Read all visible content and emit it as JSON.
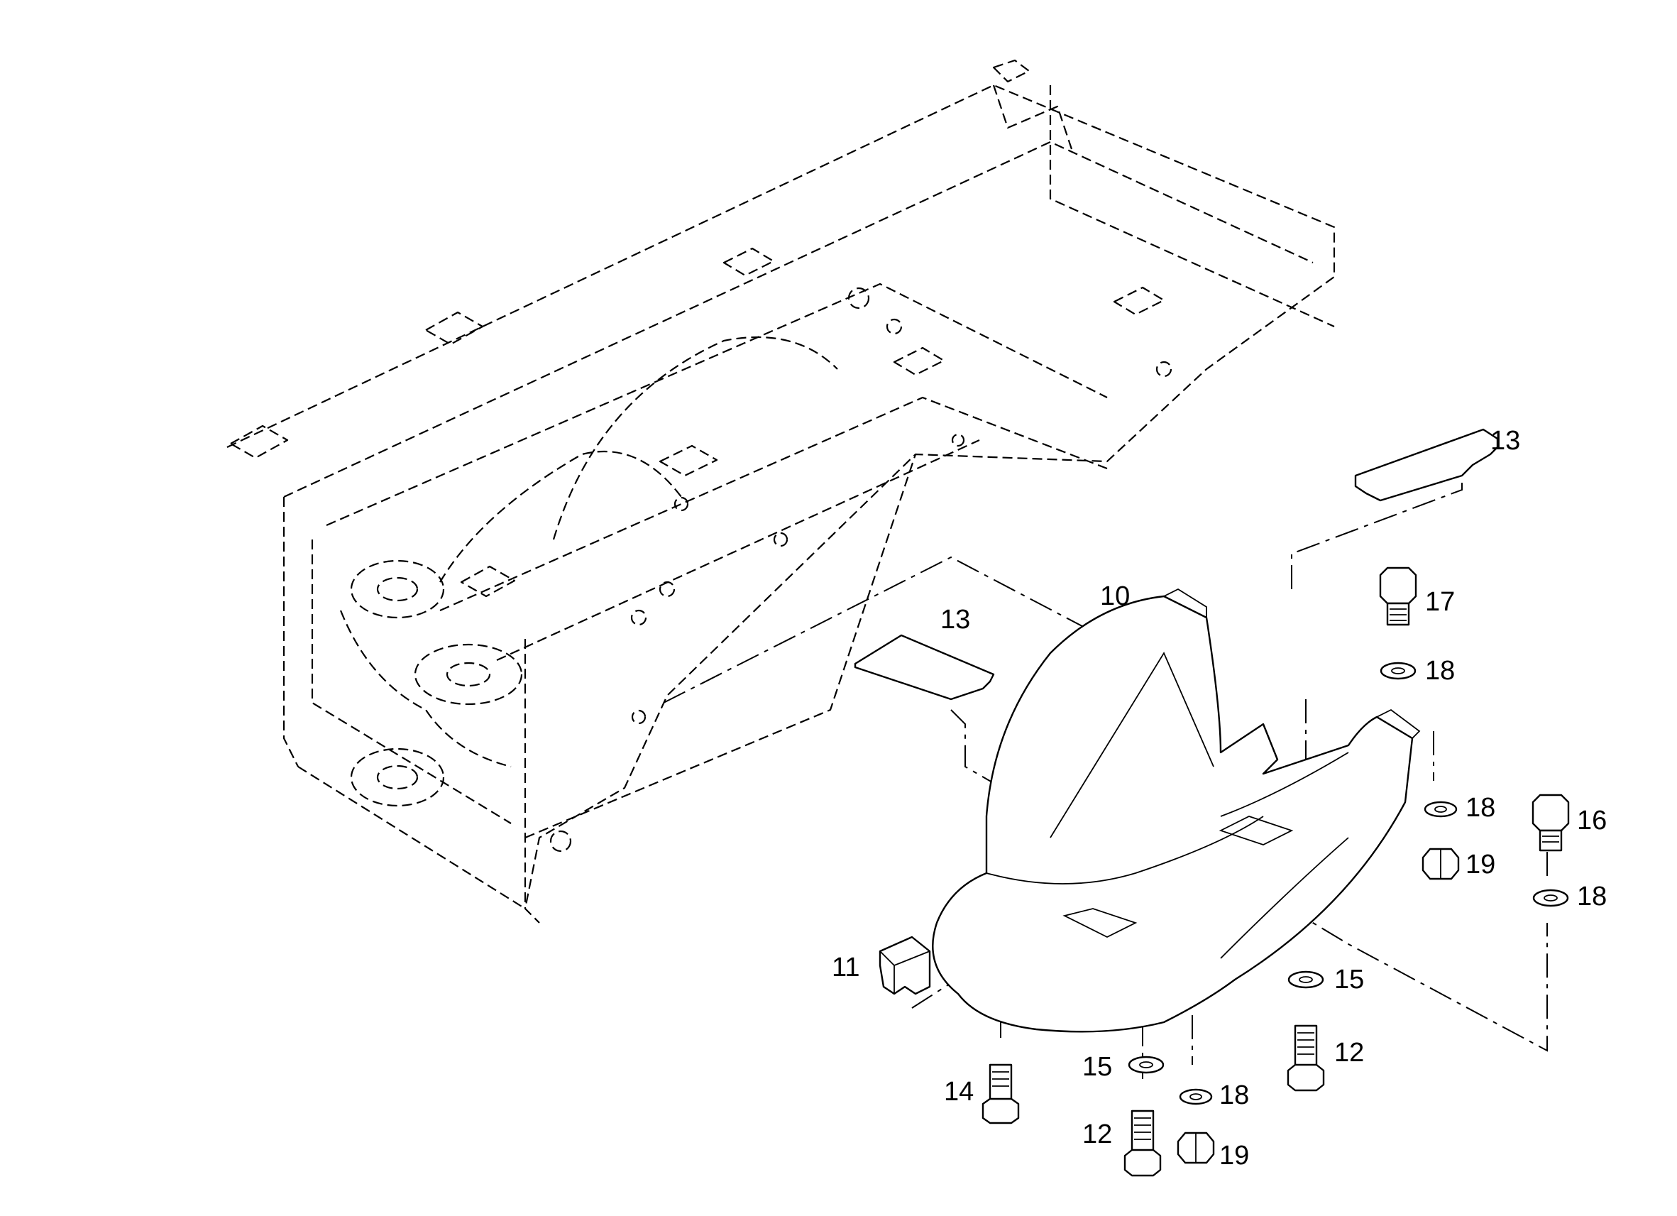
{
  "callouts": [
    {
      "id": "label-10",
      "text": "10"
    },
    {
      "id": "label-11",
      "text": "11"
    },
    {
      "id": "label-12-a",
      "text": "12"
    },
    {
      "id": "label-12-b",
      "text": "12"
    },
    {
      "id": "label-13-a",
      "text": "13"
    },
    {
      "id": "label-13-b",
      "text": "13"
    },
    {
      "id": "label-14",
      "text": "14"
    },
    {
      "id": "label-15-a",
      "text": "15"
    },
    {
      "id": "label-15-b",
      "text": "15"
    },
    {
      "id": "label-16",
      "text": "16"
    },
    {
      "id": "label-17",
      "text": "17"
    },
    {
      "id": "label-18-a",
      "text": "18"
    },
    {
      "id": "label-18-b",
      "text": "18"
    },
    {
      "id": "label-18-c",
      "text": "18"
    },
    {
      "id": "label-18-d",
      "text": "18"
    },
    {
      "id": "label-19-a",
      "text": "19"
    },
    {
      "id": "label-19-b",
      "text": "19"
    }
  ]
}
